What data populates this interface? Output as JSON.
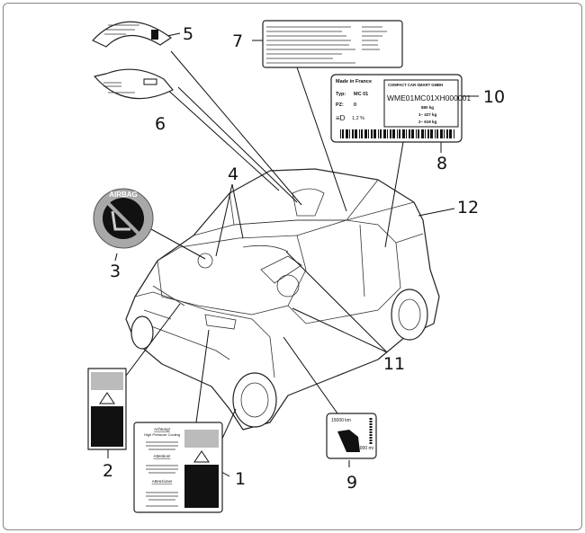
{
  "callouts": [
    "1",
    "2",
    "3",
    "4",
    "5",
    "6",
    "7",
    "8",
    "9",
    "10",
    "11",
    "12"
  ],
  "label_8": {
    "made_in": "Made in France",
    "typ_label": "Typ:",
    "typ_value": "MC 01",
    "pz_label": "PZ:",
    "pz_value": "0",
    "headlamp_value": "1,2 %",
    "manufacturer": "COMPACT CAR SMART GMBH",
    "vin": "WME01MC01XH000001",
    "weight_total": "880 kg",
    "axle_1": "1– 427 kg",
    "axle_2": "2– 619 kg"
  },
  "label_1": {
    "heading_1": "Achtung!",
    "line_1": "High Pressure Cooling",
    "heading_2": "Attention!",
    "heading_3": "Attenzione!"
  },
  "label_9": {
    "km": "15000 km",
    "mi": "5000 mi"
  },
  "label_3": {
    "text": "AIRBAG"
  },
  "colors": {
    "line": "#111111",
    "label_dark": "#111111",
    "label_grey": "#bbbbbb",
    "airbag_grey": "#a8a8a8"
  }
}
